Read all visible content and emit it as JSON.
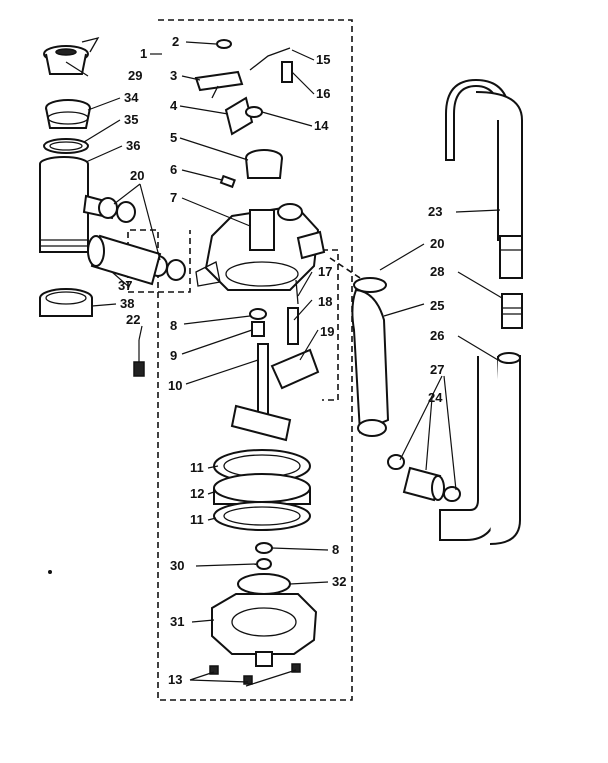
{
  "labels": {
    "l1": "1",
    "l2": "2",
    "l3": "3",
    "l4": "4",
    "l5": "5",
    "l6": "6",
    "l7": "7",
    "l8a": "8",
    "l8b": "8",
    "l9": "9",
    "l10": "10",
    "l11a": "11",
    "l11b": "11",
    "l12": "12",
    "l13": "13",
    "l14": "14",
    "l15": "15",
    "l16": "16",
    "l17": "17",
    "l18": "18",
    "l19": "19",
    "l20a": "20",
    "l20b": "20",
    "l22": "22",
    "l23": "23",
    "l24": "24",
    "l25": "25",
    "l26": "26",
    "l27": "27",
    "l28": "28",
    "l29": "29",
    "l30": "30",
    "l31": "31",
    "l32": "32",
    "l34": "34",
    "l35": "35",
    "l36": "36",
    "l37": "37",
    "l38": "38"
  },
  "colors": {
    "ink": "#111111",
    "paper": "#ffffff"
  }
}
